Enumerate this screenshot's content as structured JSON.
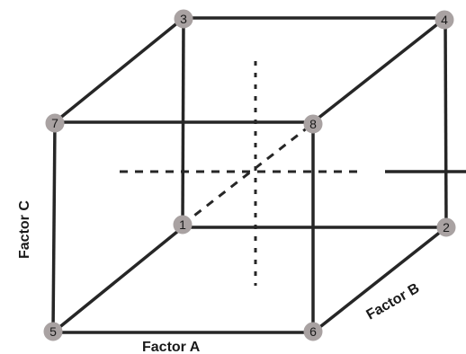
{
  "diagram": {
    "type": "factorial-cube",
    "nodes": [
      {
        "id": "1",
        "label": "1"
      },
      {
        "id": "2",
        "label": "2"
      },
      {
        "id": "3",
        "label": "3"
      },
      {
        "id": "4",
        "label": "4"
      },
      {
        "id": "5",
        "label": "5"
      },
      {
        "id": "6",
        "label": "6"
      },
      {
        "id": "7",
        "label": "7"
      },
      {
        "id": "8",
        "label": "8"
      }
    ],
    "edges": [
      [
        "5",
        "6"
      ],
      [
        "6",
        "8"
      ],
      [
        "8",
        "7"
      ],
      [
        "7",
        "5"
      ],
      [
        "1",
        "2"
      ],
      [
        "2",
        "4"
      ],
      [
        "4",
        "3"
      ],
      [
        "3",
        "1"
      ],
      [
        "5",
        "1"
      ],
      [
        "6",
        "2"
      ],
      [
        "8",
        "4"
      ],
      [
        "7",
        "3"
      ]
    ],
    "hidden_edges": [
      [
        "8",
        "1"
      ]
    ],
    "axes": {
      "factor_a": "Factor A",
      "factor_b": "Factor B",
      "factor_c": "Factor C"
    }
  },
  "colors": {
    "line": "#262626",
    "node_fill": "#a9a2a2",
    "text": "#1a1a1a",
    "background": "#ffffff"
  }
}
